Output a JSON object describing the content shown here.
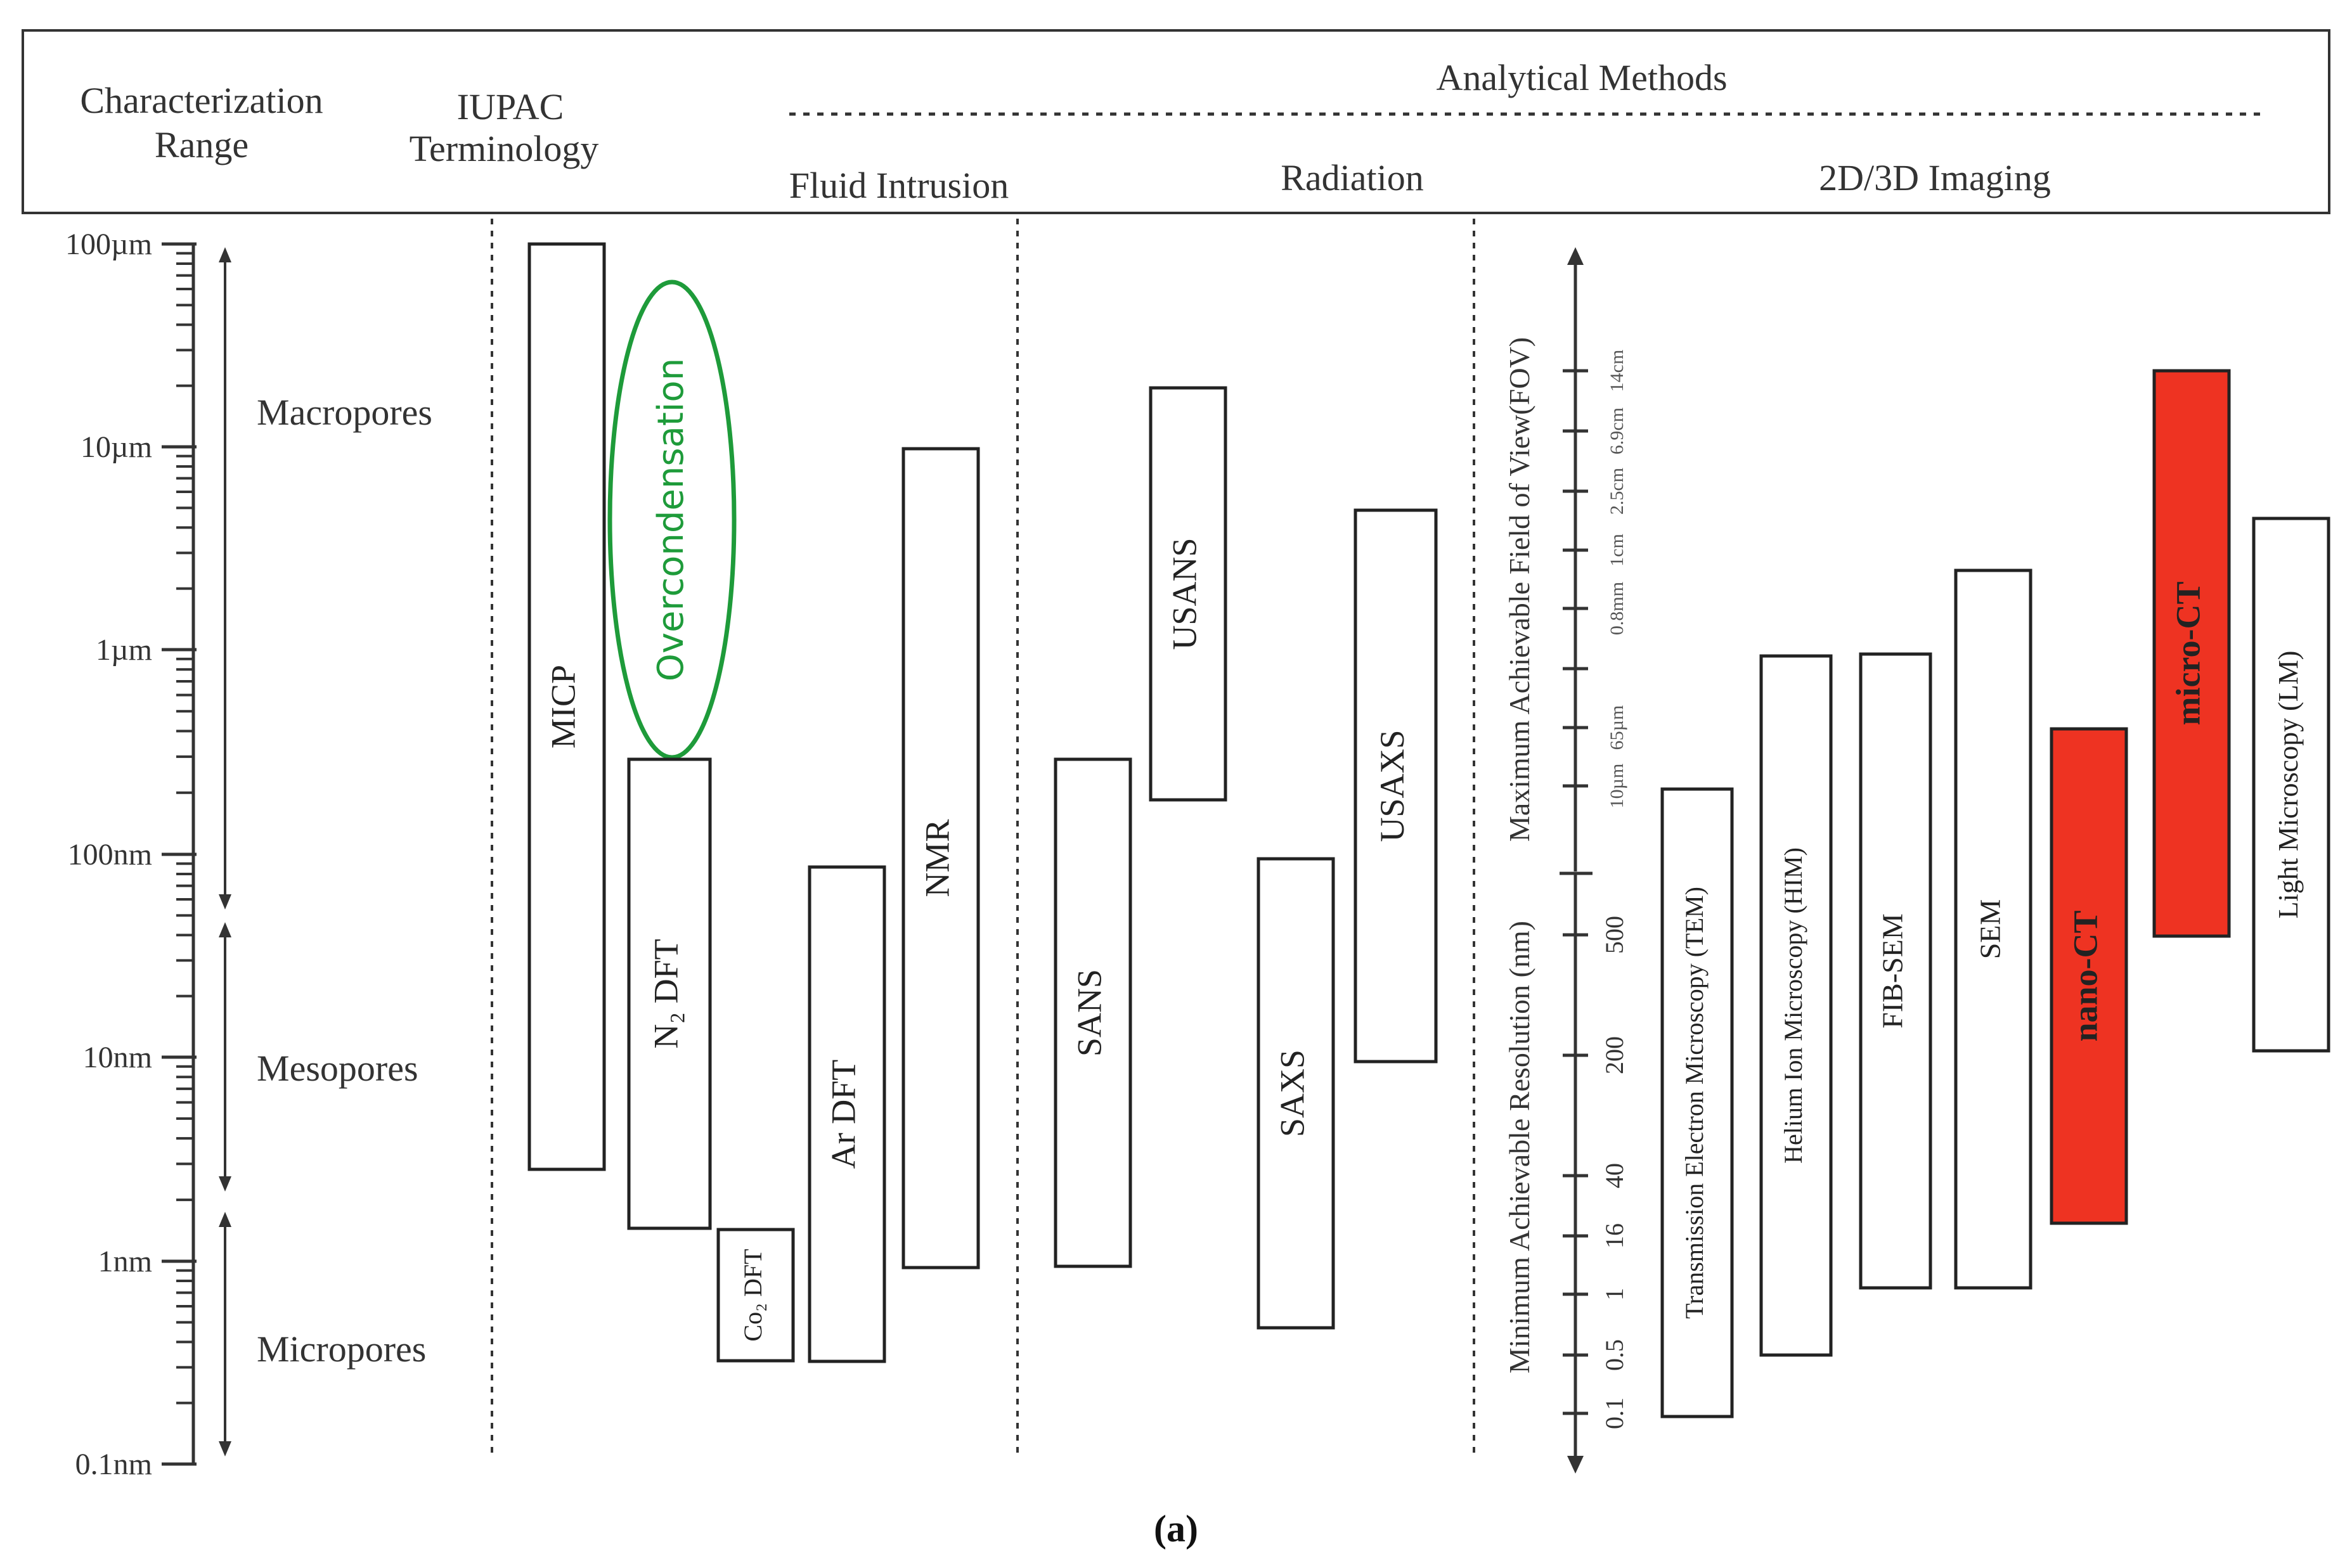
{
  "header": {
    "characterization_range": [
      "Characterization",
      "Range"
    ],
    "iupac_terminology": [
      "IUPAC",
      "Terminology"
    ],
    "analytical_methods": "Analytical Methods",
    "fluid_intrusion": "Fluid Intrusion",
    "radiation": "Radiation",
    "imaging": "2D/3D Imaging"
  },
  "scale": {
    "labels": [
      "100µm",
      "10µm",
      "1µm",
      "100nm",
      "10nm",
      "1nm",
      "0.1nm"
    ]
  },
  "pore_classes": [
    {
      "name": "Macropores"
    },
    {
      "name": "Mesopores"
    },
    {
      "name": "Micropores"
    }
  ],
  "methods": [
    {
      "label": "MICP",
      "fill": "#ffffff",
      "text_color": "#222222"
    },
    {
      "label": "N₂ DFT",
      "fill": "#ffffff",
      "text_color": "#222222"
    },
    {
      "label": "Co₂ DFT",
      "fill": "#ffffff",
      "text_color": "#222222"
    },
    {
      "label": "Ar DFT",
      "fill": "#ffffff",
      "text_color": "#222222"
    },
    {
      "label": "NMR",
      "fill": "#ffffff",
      "text_color": "#222222"
    },
    {
      "label": "SANS",
      "fill": "#ffffff",
      "text_color": "#222222"
    },
    {
      "label": "USANS",
      "fill": "#ffffff",
      "text_color": "#222222"
    },
    {
      "label": "SAXS",
      "fill": "#ffffff",
      "text_color": "#222222"
    },
    {
      "label": "USAXS",
      "fill": "#ffffff",
      "text_color": "#222222"
    },
    {
      "label": "Transmission Electron Microscopy (TEM)",
      "fill": "#ffffff",
      "text_color": "#222222"
    },
    {
      "label": "Helium Ion Microscopy (HIM)",
      "fill": "#ffffff",
      "text_color": "#222222"
    },
    {
      "label": "FIB-SEM",
      "fill": "#ffffff",
      "text_color": "#222222"
    },
    {
      "label": "SEM",
      "fill": "#ffffff",
      "text_color": "#222222"
    },
    {
      "label": "nano-CT",
      "fill": "#ee3322",
      "text_color": "#222222"
    },
    {
      "label": "micro-CT",
      "fill": "#ee3322",
      "text_color": "#222222"
    },
    {
      "label": "Light  Microscopy (LM)",
      "fill": "#ffffff",
      "text_color": "#222222"
    }
  ],
  "overcondensation": {
    "label": "Overcondensation",
    "color": "#1e9b3a"
  },
  "fov_axis": {
    "title": "Maximum Achievable Field of View(FOV)",
    "ticks": [
      "10µm",
      "65µm",
      "0.8mm",
      "1cm",
      "2.5cm",
      "6.9cm",
      "14cm"
    ]
  },
  "resolution_axis": {
    "title": "Minimum Achievable Resolution (nm)",
    "ticks": [
      "0.1",
      "0.5",
      "1",
      "16",
      "40",
      "200",
      "500"
    ]
  },
  "caption": "(a)"
}
